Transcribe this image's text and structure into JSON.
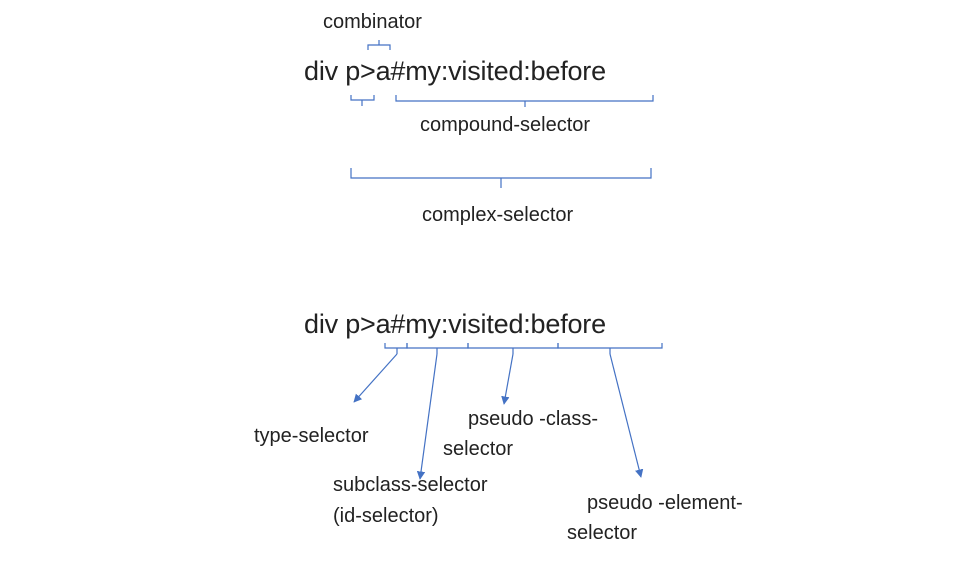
{
  "top": {
    "combinator_label": "combinator",
    "selector_text": "div p>a#my:visited:before",
    "compound_label": "compound-selector",
    "complex_label": "complex-selector"
  },
  "bottom": {
    "selector_text": "div p>a#my:visited:before",
    "type_selector_label": "type-selector",
    "subclass_line1": "subclass-selector",
    "subclass_line2": "(id-selector)",
    "pseudo_class_line1": "pseudo -class-",
    "pseudo_class_line2": "selector",
    "pseudo_element_line1": "pseudo  -element-",
    "pseudo_element_line2": "selector"
  },
  "colors": {
    "bracket": "#4472c4",
    "arrow": "#4472c4",
    "text": "#222222"
  }
}
